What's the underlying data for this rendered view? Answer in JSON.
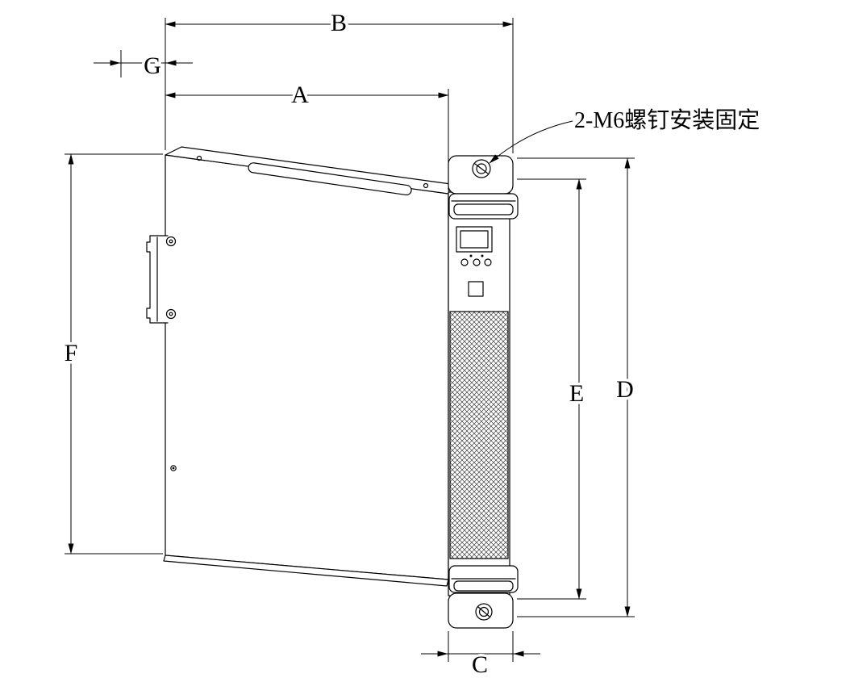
{
  "drawing": {
    "type": "isometric dimension drawing of rack-mount power module",
    "ink_color": "#000000",
    "background_color": "#ffffff",
    "labels": {
      "dim_a": "A",
      "dim_b": "B",
      "dim_c": "C",
      "dim_d": "D",
      "dim_e": "E",
      "dim_f": "F",
      "dim_g": "G"
    },
    "callout": {
      "text": "2-M6螺钉安装固定"
    }
  }
}
